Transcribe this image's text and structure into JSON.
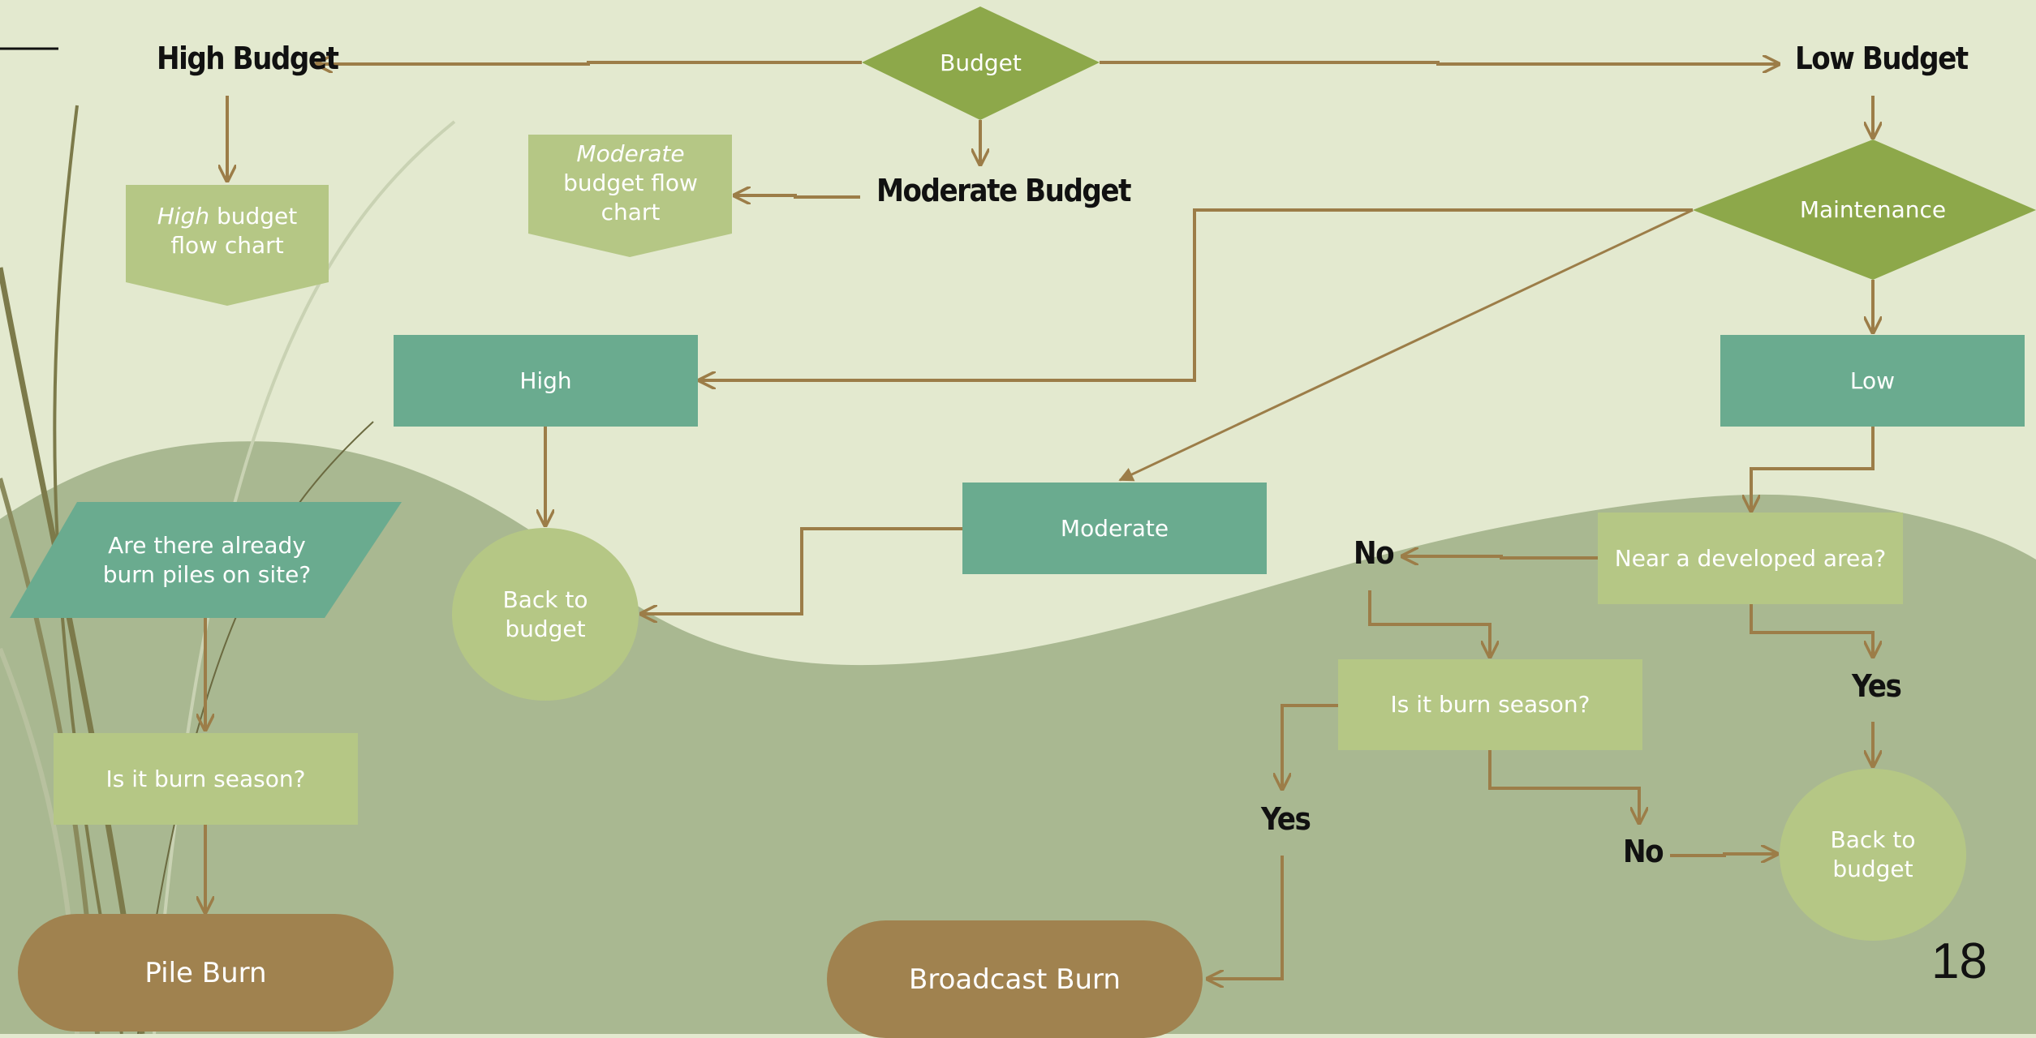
{
  "page_number": "18",
  "colors": {
    "background": "#e3e9cf",
    "hill": "#a9b891",
    "olive_diamond": "#8da84a",
    "teal_box": "#6aab8f",
    "light_green": "#b5c785",
    "brown_pill": "#a0824f",
    "arrow": "#9c7d48"
  },
  "labels": {
    "high_budget": "High Budget",
    "low_budget": "Low Budget",
    "moderate_budget": "Moderate Budget",
    "no_right": "No",
    "yes_right": "Yes",
    "yes_middle": "Yes",
    "no_bottom": "No"
  },
  "nodes": {
    "budget": "Budget",
    "maintenance": "Maintenance",
    "high_flow_em": "High",
    "high_flow_rest": " budget flow chart",
    "moderate_flow_em": "Moderate",
    "moderate_flow_rest": " budget flow chart",
    "high": "High",
    "low": "Low",
    "moderate": "Moderate",
    "back_to_budget_left": "Back to budget",
    "back_to_budget_right": "Back to budget",
    "burn_piles_question": "Are there already burn piles on site?",
    "burn_season_left": "Is it burn season?",
    "burn_season_middle": "Is it burn season?",
    "near_developed_area": "Near a developed area?",
    "pile_burn": "Pile Burn",
    "broadcast_burn": "Broadcast Burn"
  }
}
